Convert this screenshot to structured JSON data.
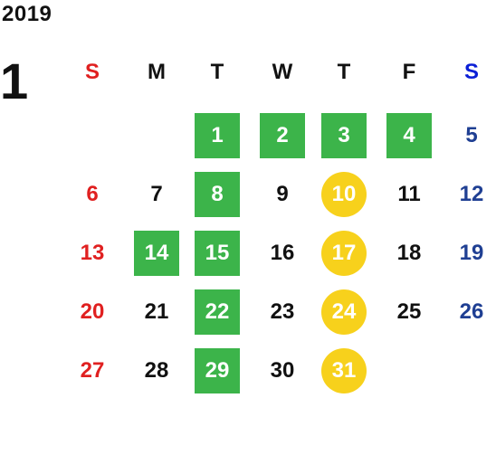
{
  "calendar": {
    "year": "2019",
    "month": "1",
    "weekday_headers": [
      {
        "label": "S",
        "color": "#e02020"
      },
      {
        "label": "M",
        "color": "#111111"
      },
      {
        "label": "T",
        "color": "#111111"
      },
      {
        "label": "W",
        "color": "#111111"
      },
      {
        "label": "T",
        "color": "#111111"
      },
      {
        "label": "F",
        "color": "#111111"
      },
      {
        "label": "S",
        "color": "#0b1fd6"
      }
    ],
    "colors": {
      "sunday": "#e02020",
      "saturday": "#1f3f93",
      "weekday": "#111111",
      "highlight_green": "#3cb44a",
      "highlight_yellow": "#f7d11c",
      "highlight_text": "#ffffff"
    },
    "days": [
      {
        "day": "1",
        "week": 0,
        "weekday": 2,
        "highlight": "green"
      },
      {
        "day": "2",
        "week": 0,
        "weekday": 3,
        "highlight": "green"
      },
      {
        "day": "3",
        "week": 0,
        "weekday": 4,
        "highlight": "green"
      },
      {
        "day": "4",
        "week": 0,
        "weekday": 5,
        "highlight": "green"
      },
      {
        "day": "5",
        "week": 0,
        "weekday": 6,
        "highlight": ""
      },
      {
        "day": "6",
        "week": 1,
        "weekday": 0,
        "highlight": ""
      },
      {
        "day": "7",
        "week": 1,
        "weekday": 1,
        "highlight": ""
      },
      {
        "day": "8",
        "week": 1,
        "weekday": 2,
        "highlight": "green"
      },
      {
        "day": "9",
        "week": 1,
        "weekday": 3,
        "highlight": ""
      },
      {
        "day": "10",
        "week": 1,
        "weekday": 4,
        "highlight": "yellow"
      },
      {
        "day": "11",
        "week": 1,
        "weekday": 5,
        "highlight": ""
      },
      {
        "day": "12",
        "week": 1,
        "weekday": 6,
        "highlight": ""
      },
      {
        "day": "13",
        "week": 2,
        "weekday": 0,
        "highlight": ""
      },
      {
        "day": "14",
        "week": 2,
        "weekday": 1,
        "highlight": "green"
      },
      {
        "day": "15",
        "week": 2,
        "weekday": 2,
        "highlight": "green"
      },
      {
        "day": "16",
        "week": 2,
        "weekday": 3,
        "highlight": ""
      },
      {
        "day": "17",
        "week": 2,
        "weekday": 4,
        "highlight": "yellow"
      },
      {
        "day": "18",
        "week": 2,
        "weekday": 5,
        "highlight": ""
      },
      {
        "day": "19",
        "week": 2,
        "weekday": 6,
        "highlight": ""
      },
      {
        "day": "20",
        "week": 3,
        "weekday": 0,
        "highlight": ""
      },
      {
        "day": "21",
        "week": 3,
        "weekday": 1,
        "highlight": ""
      },
      {
        "day": "22",
        "week": 3,
        "weekday": 2,
        "highlight": "green"
      },
      {
        "day": "23",
        "week": 3,
        "weekday": 3,
        "highlight": ""
      },
      {
        "day": "24",
        "week": 3,
        "weekday": 4,
        "highlight": "yellow"
      },
      {
        "day": "25",
        "week": 3,
        "weekday": 5,
        "highlight": ""
      },
      {
        "day": "26",
        "week": 3,
        "weekday": 6,
        "highlight": ""
      },
      {
        "day": "27",
        "week": 4,
        "weekday": 0,
        "highlight": ""
      },
      {
        "day": "28",
        "week": 4,
        "weekday": 1,
        "highlight": ""
      },
      {
        "day": "29",
        "week": 4,
        "weekday": 2,
        "highlight": "green"
      },
      {
        "day": "30",
        "week": 4,
        "weekday": 3,
        "highlight": ""
      },
      {
        "day": "31",
        "week": 4,
        "weekday": 4,
        "highlight": "yellow"
      }
    ]
  }
}
